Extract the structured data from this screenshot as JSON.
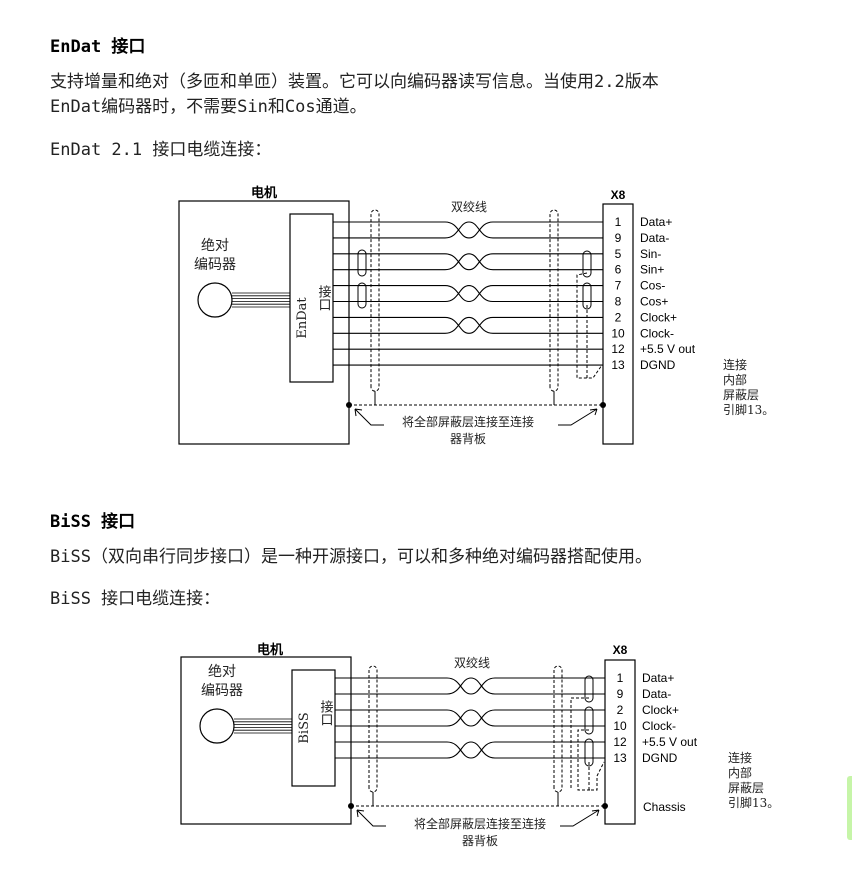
{
  "endat": {
    "heading": "EnDat 接口",
    "para_line1": "支持增量和绝对（多匝和单匝）装置。它可以向编码器读写信息。当使用2.2版本",
    "para_line2": "EnDat编码器时，不需要Sin和Cos通道。",
    "cable_caption": "EnDat 2.1 接口电缆连接：",
    "diagram": {
      "motor_label": "电机",
      "encoder_label_1": "绝对",
      "encoder_label_2": "编码器",
      "interface_label_1": "EnDat",
      "interface_label_2": "接口",
      "twisted_pair_label": "双绞线",
      "connector_label": "X8",
      "pins": [
        {
          "num": "1",
          "signal": "Data+"
        },
        {
          "num": "9",
          "signal": "Data-"
        },
        {
          "num": "5",
          "signal": "Sin-"
        },
        {
          "num": "6",
          "signal": "Sin+"
        },
        {
          "num": "7",
          "signal": "Cos-"
        },
        {
          "num": "8",
          "signal": "Cos+"
        },
        {
          "num": "2",
          "signal": "Clock+"
        },
        {
          "num": "10",
          "signal": "Clock-"
        },
        {
          "num": "12",
          "signal": "+5.5 V out"
        },
        {
          "num": "13",
          "signal": "DGND"
        }
      ],
      "shield_note_1": "将全部屏蔽层连接至连接",
      "shield_note_2": "器背板",
      "side_note": [
        "连接",
        "内部",
        "屏蔽层",
        "引脚13。"
      ]
    }
  },
  "biss": {
    "heading": "BiSS 接口",
    "para_line1": "BiSS（双向串行同步接口）是一种开源接口，可以和多种绝对编码器搭配使用。",
    "cable_caption": "BiSS 接口电缆连接：",
    "diagram": {
      "motor_label": "电机",
      "encoder_label_1": "绝对",
      "encoder_label_2": "编码器",
      "interface_label_1": "BiSS",
      "interface_label_2": "接口",
      "twisted_pair_label": "双绞线",
      "connector_label": "X8",
      "pins": [
        {
          "num": "1",
          "signal": "Data+"
        },
        {
          "num": "9",
          "signal": "Data-"
        },
        {
          "num": "2",
          "signal": "Clock+"
        },
        {
          "num": "10",
          "signal": "Clock-"
        },
        {
          "num": "12",
          "signal": "+5.5 V out"
        },
        {
          "num": "13",
          "signal": "DGND"
        }
      ],
      "chassis_label": "Chassis",
      "shield_note_1": "将全部屏蔽层连接至连接",
      "shield_note_2": "器背板",
      "side_note": [
        "连接",
        "内部",
        "屏蔽层",
        "引脚13。"
      ]
    }
  },
  "colors": {
    "line": "#000000",
    "text": "#222222",
    "scroll_accent": "#c6f5a8"
  }
}
